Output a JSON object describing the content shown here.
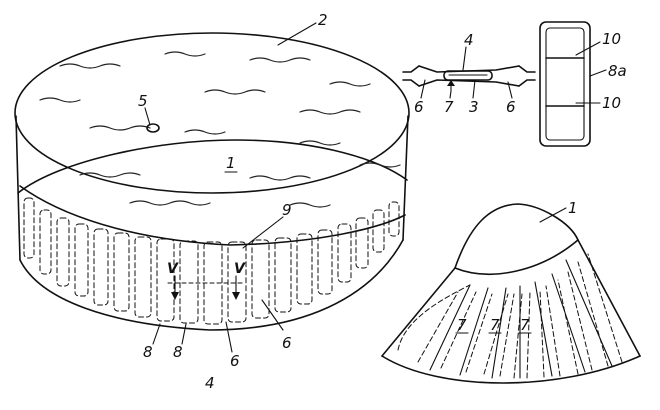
{
  "figure": {
    "labels": {
      "water": "1",
      "pool_rim": "2",
      "outlet": "5",
      "seam": "9",
      "sec_mark_left": "V",
      "sec_mark_right": "V",
      "wall_8a": "8",
      "wall_8b": "8",
      "wall_6a": "6",
      "wall_6b": "6",
      "wall_bottom": "4"
    }
  },
  "section_detail": {
    "labels": {
      "top": "4",
      "left": "6",
      "seven": "7",
      "three": "3",
      "right": "6"
    }
  },
  "panel_detail": {
    "labels": {
      "top": "10",
      "side": "8a",
      "bottom": "10"
    }
  },
  "fan_detail": {
    "labels": {
      "top": "1",
      "p1": "7",
      "p2": "7",
      "p3": "7"
    }
  }
}
